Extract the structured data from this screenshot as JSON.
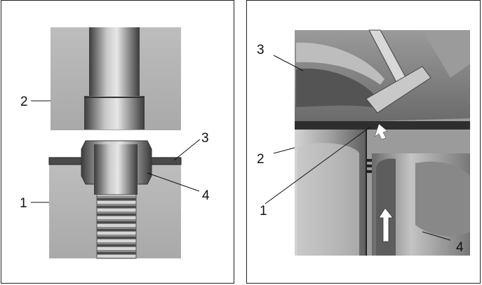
{
  "left_panel": {
    "labels": {
      "l1": "1",
      "l2": "2",
      "l3": "3",
      "l4": "4"
    }
  },
  "right_panel": {
    "labels": {
      "l1": "1",
      "l2": "2",
      "l3": "3",
      "l4": "4"
    }
  },
  "colors": {
    "frame": "#222222",
    "metal_dark": "#4a4a4a",
    "metal_mid": "#8a8a8a",
    "metal_light": "#c8c8c8",
    "background_gray": "#b5b5b5",
    "arrow": "#ffffff"
  }
}
